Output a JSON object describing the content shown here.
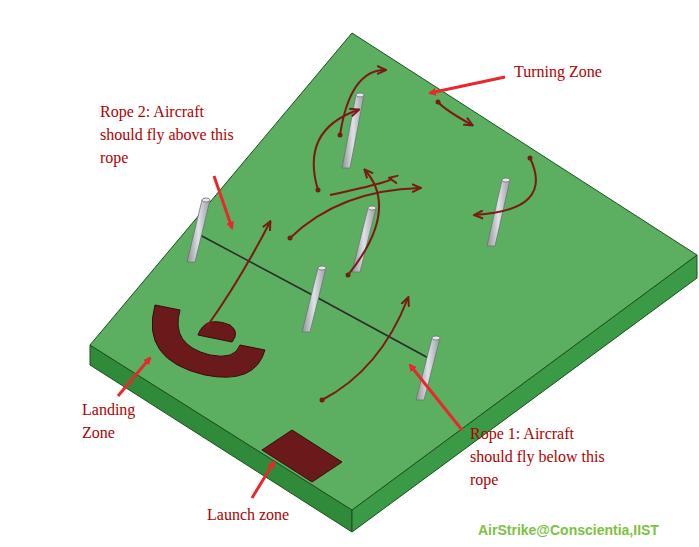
{
  "diagram": {
    "labels": [
      "Turning Zone",
      "Rope 2: Aircraft should fly above this rope",
      "Landing Zone",
      "Launch zone",
      "Rope 1: Aircraft should fly below this rope",
      "AirStrike@Conscientia,IIST"
    ]
  }
}
